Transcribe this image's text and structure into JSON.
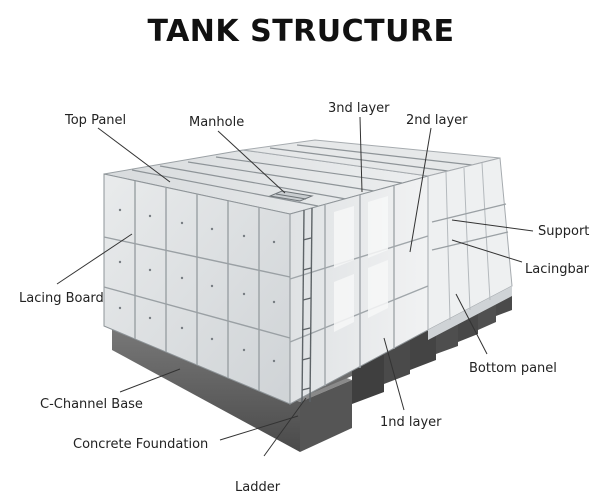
{
  "title": "TANK STRUCTURE",
  "labels": {
    "top_panel": "Top Panel",
    "manhole": "Manhole",
    "third_layer": "3nd layer",
    "second_layer": "2nd layer",
    "support": "Support",
    "lacingbar": "Lacingbar",
    "lacing_board": "Lacing Board",
    "bottom_panel": "Bottom panel",
    "c_channel_base": "C-Channel Base",
    "first_layer": "1nd layer",
    "concrete_foundation": "Concrete Foundation",
    "ladder": "Ladder"
  }
}
